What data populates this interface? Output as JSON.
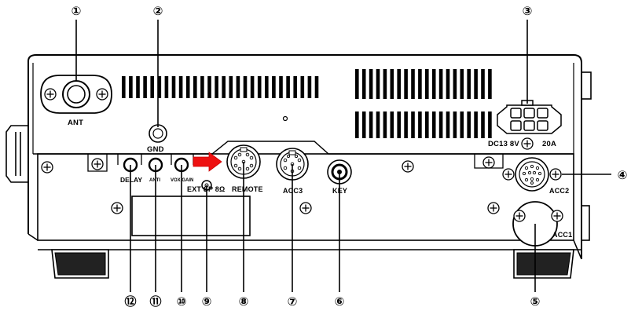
{
  "labels": {
    "ant": "ANT",
    "gnd": "GND",
    "dc": "DC13 8V",
    "dc_amp": "20A",
    "delay": "DELAY",
    "anti": "ANTI",
    "vox_gain": "VOX GAIN",
    "ext_sp": "EXT SP  8Ω",
    "remote": "REMOTE",
    "acc3": "ACC3",
    "key": "KEY",
    "acc2": "ACC2",
    "acc1": "ACC1"
  },
  "callouts": [
    {
      "id": "1",
      "text": "①"
    },
    {
      "id": "2",
      "text": "②"
    },
    {
      "id": "3",
      "text": "③"
    },
    {
      "id": "4",
      "text": "④"
    },
    {
      "id": "5",
      "text": "⑤"
    },
    {
      "id": "6",
      "text": "⑥"
    },
    {
      "id": "7",
      "text": "⑦"
    },
    {
      "id": "8",
      "text": "⑧"
    },
    {
      "id": "9",
      "text": "⑨"
    },
    {
      "id": "10",
      "text": "⑩"
    },
    {
      "id": "11",
      "text": "⑪"
    },
    {
      "id": "12",
      "text": "⑫"
    }
  ],
  "colors": {
    "arrow": "#ee1111",
    "line": "#000000"
  },
  "icons": [
    "screw-icon",
    "arrow-right-icon"
  ]
}
